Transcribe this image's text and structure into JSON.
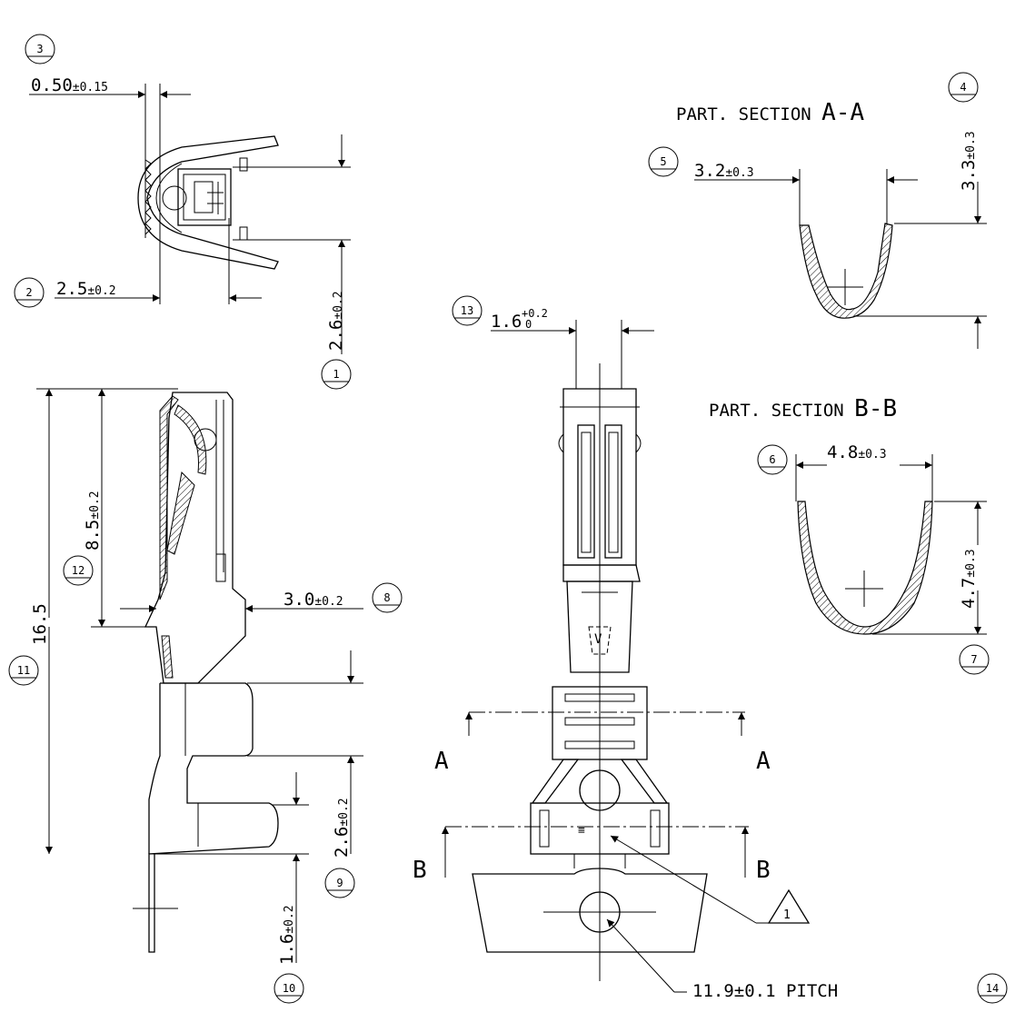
{
  "dims": {
    "d1": {
      "main": "0.50",
      "tol": "±0.15"
    },
    "d2": {
      "main": "2.5",
      "tol": "±0.2"
    },
    "d3": {
      "main": "2.6",
      "tol": "±0.2"
    },
    "d4": {
      "main": "3.3",
      "tol": "±0.3"
    },
    "d5": {
      "main": "3.2",
      "tol": "±0.3"
    },
    "d6": {
      "main": "4.8",
      "tol": "±0.3"
    },
    "d7": {
      "main": "4.7",
      "tol": "±0.3"
    },
    "d8": {
      "main": "3.0",
      "tol": "±0.2"
    },
    "d9": {
      "main": "2.6",
      "tol": "±0.2"
    },
    "d10": {
      "main": "1.6",
      "tol": "±0.2"
    },
    "d11": {
      "main": "16.5",
      "tol": ""
    },
    "d12": {
      "main": "8.5",
      "tol": "±0.2"
    },
    "d13": {
      "main": "1.6",
      "tol_upper": "+0.2",
      "tol_lower": "0"
    },
    "d14": {
      "main": "11.9",
      "tol": "±0.1",
      "suffix": "PITCH"
    }
  },
  "bubbles": [
    "1",
    "2",
    "3",
    "4",
    "5",
    "6",
    "7",
    "8",
    "9",
    "10",
    "11",
    "12",
    "13",
    "14"
  ],
  "sections": {
    "aa": {
      "prefix": "PART. SECTION",
      "name": "A-A"
    },
    "bb": {
      "prefix": "PART. SECTION",
      "name": "B-B"
    }
  },
  "cut_letters": {
    "a": "A",
    "b": "B"
  },
  "note_triangle": "1"
}
